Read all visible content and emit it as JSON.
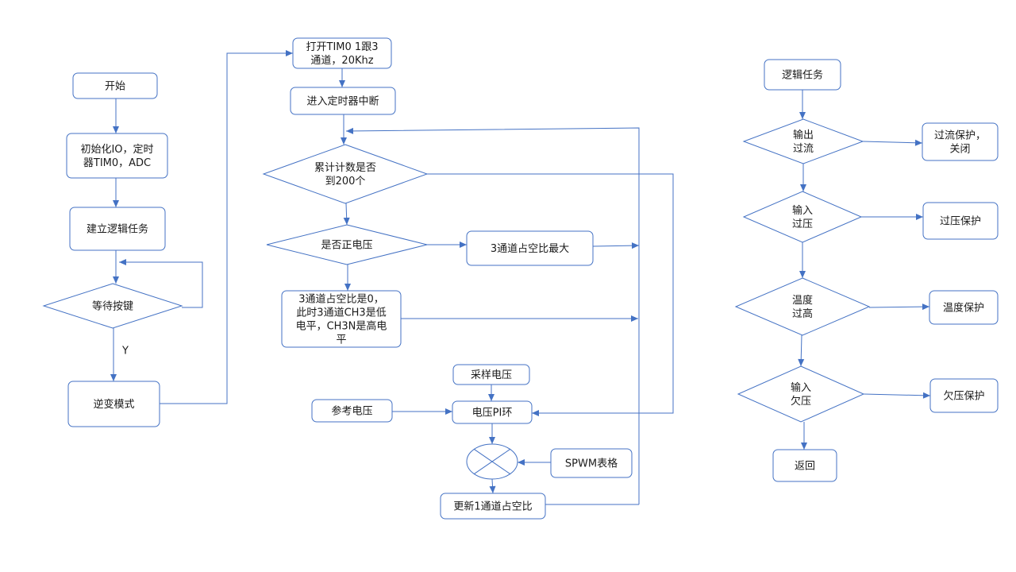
{
  "colors": {
    "stroke": "#4472c4",
    "fill": "#ffffff",
    "text": "#1a1a1a"
  },
  "nodes": {
    "start": [
      "开始"
    ],
    "init": [
      "初始化IO，定时",
      "器TIM0，ADC"
    ],
    "build_task": [
      "建立逻辑任务"
    ],
    "wait_key": [
      "等待按键"
    ],
    "yes_label": [
      "Y"
    ],
    "inverter_mode": [
      "逆变模式"
    ],
    "open_tim": [
      "打开TIM0 1跟3",
      "通道，20Khz"
    ],
    "timer_isr": [
      "进入定时器中断"
    ],
    "count_check": [
      "累计计数是否",
      "到200个"
    ],
    "positive_check": [
      "是否正电压"
    ],
    "duty_max": [
      "3通道占空比最大"
    ],
    "duty_zero": [
      "3通道占空比是0，",
      "此时3通道CH3是低",
      "电平，CH3N是高电",
      "平"
    ],
    "sample_voltage": [
      "采样电压"
    ],
    "ref_voltage": [
      "参考电压"
    ],
    "voltage_pi": [
      "电压PI环"
    ],
    "spwm_table": [
      "SPWM表格"
    ],
    "update_duty": [
      "更新1通道占空比"
    ],
    "logic_task": [
      "逻辑任务"
    ],
    "over_current": [
      "输出",
      "过流"
    ],
    "oc_protect": [
      "过流保护，",
      "关闭"
    ],
    "under_input_over": [
      "输入",
      "过压"
    ],
    "ov_protect": [
      "过压保护"
    ],
    "temp_high": [
      "温度",
      "过高"
    ],
    "temp_protect": [
      "温度保护"
    ],
    "input_under": [
      "输入",
      "欠压"
    ],
    "uv_protect": [
      "欠压保护"
    ],
    "return": [
      "返回"
    ]
  }
}
